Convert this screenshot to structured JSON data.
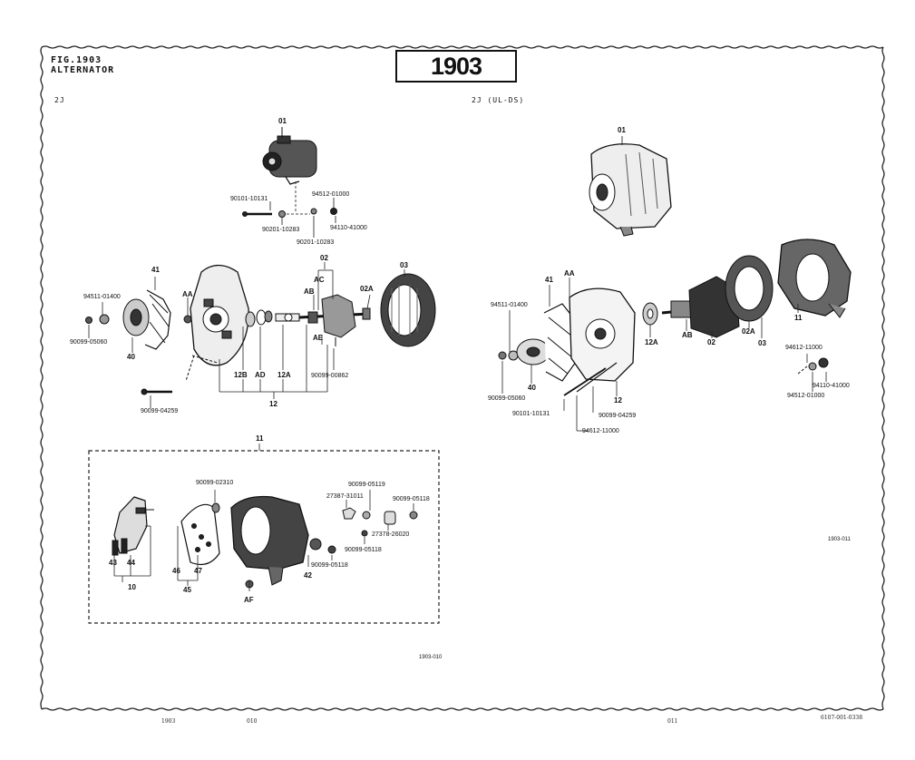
{
  "header": {
    "fig_line": "FIG.1903",
    "title": "ALTERNATOR",
    "figure_number": "1903"
  },
  "left_section": {
    "model": "2J",
    "parts": {
      "p01": "01",
      "p90101_10131": "90101-10131",
      "p94512_01000": "94512-01000",
      "p90201_10283_a": "90201-10283",
      "p94110_41000": "94110-41000",
      "p90201_10283_b": "90201-10283",
      "p41": "41",
      "p94511_01400": "94511-01400",
      "pAA": "AA",
      "p90099_05060": "90099-05060",
      "p40": "40",
      "p02": "02",
      "pAC": "AC",
      "pAB": "AB",
      "p02A": "02A",
      "p03": "03",
      "pAE": "AE",
      "p90099_00862": "90099-00862",
      "p12B": "12B",
      "pAD": "AD",
      "p12A": "12A",
      "p12": "12",
      "p90099_04259": "90099-04259"
    },
    "exploded_id": "1903-010"
  },
  "inset": {
    "p11": "11",
    "p90099_02310": "90099-02310",
    "p90099_05119": "90099-05119",
    "p27387_31011": "27387-31011",
    "p90099_05118_a": "90099-05118",
    "p27378_26020": "27378-26020",
    "p90099_05118_b": "90099-05118",
    "p90099_05118_c": "90099-05118",
    "p43": "43",
    "p44": "44",
    "p10": "10",
    "p46": "46",
    "p47": "47",
    "p45": "45",
    "pAF": "AF",
    "p42": "42"
  },
  "right_section": {
    "model": "2J (UL-DS)",
    "parts": {
      "p01": "01",
      "p41": "41",
      "pAA": "AA",
      "p94511_01400": "94511-01400",
      "p12A": "12A",
      "pAB": "AB",
      "p02": "02",
      "p02A": "02A",
      "p03": "03",
      "p11": "11",
      "p94612_11000_a": "94612-11000",
      "p94110_41000": "94110-41000",
      "p94512_01000": "94512-01000",
      "p90099_05060": "90099-05060",
      "p40": "40",
      "p12": "12",
      "p90099_04259": "90099-04259",
      "p90101_10131": "90101-10131",
      "p94612_11000_b": "94612-11000"
    },
    "exploded_id": "1903-011"
  },
  "footer": {
    "f1": "1903",
    "f2": "010",
    "f3": "011",
    "f4": "6107-001-0338"
  }
}
